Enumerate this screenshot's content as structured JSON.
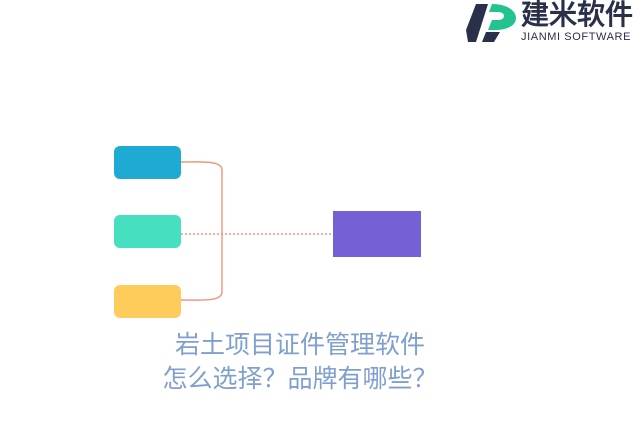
{
  "brand": {
    "name_cn": "建米软件",
    "name_en": "JIANMI SOFTWARE",
    "mark_colors": {
      "dark": "#2a2f4a",
      "accent": "#22c38e"
    }
  },
  "diagram": {
    "source_boxes": [
      {
        "color": "#1eaad3"
      },
      {
        "color": "#46dfc0"
      },
      {
        "color": "#ffcc5c"
      }
    ],
    "target_box": {
      "color": "#7660d6"
    },
    "connector_color": "#f0937a"
  },
  "title": {
    "line1": "岩土项目证件管理软件",
    "line2": "怎么选择？品牌有哪些？"
  }
}
